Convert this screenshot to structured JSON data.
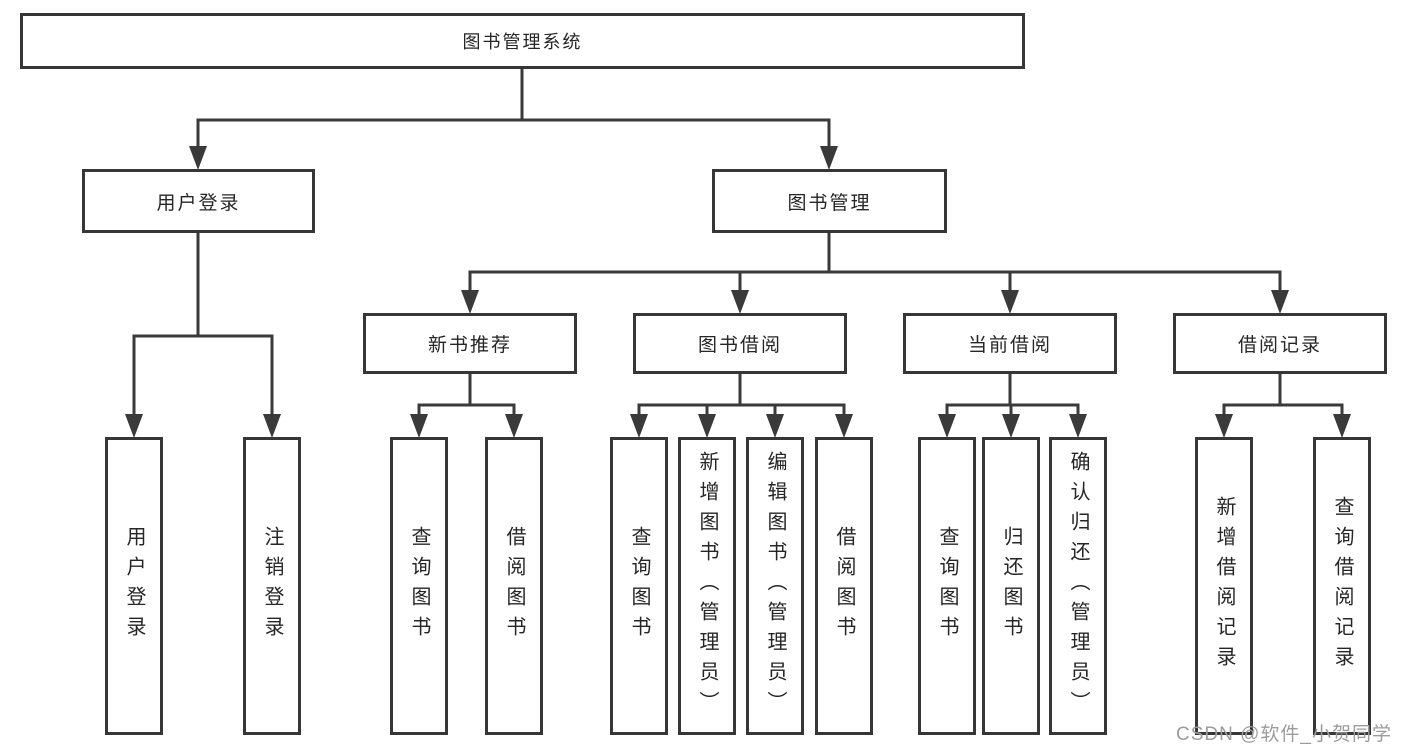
{
  "diagram_title": "图书管理系统",
  "root": {
    "label": "图书管理系统"
  },
  "level2": [
    {
      "label": "用户登录",
      "parent": "图书管理系统"
    },
    {
      "label": "图书管理",
      "parent": "图书管理系统"
    }
  ],
  "level3": [
    {
      "label": "新书推荐",
      "parent": "图书管理"
    },
    {
      "label": "图书借阅",
      "parent": "图书管理"
    },
    {
      "label": "当前借阅",
      "parent": "图书管理"
    },
    {
      "label": "借阅记录",
      "parent": "图书管理"
    }
  ],
  "leaves": [
    {
      "label": "用户登录",
      "parent": "用户登录"
    },
    {
      "label": "注销登录",
      "parent": "用户登录"
    },
    {
      "label": "查询图书",
      "parent": "新书推荐"
    },
    {
      "label": "借阅图书",
      "parent": "新书推荐"
    },
    {
      "label": "查询图书",
      "parent": "图书借阅"
    },
    {
      "label": "新增图书（管理员）",
      "parent": "图书借阅"
    },
    {
      "label": "编辑图书（管理员）",
      "parent": "图书借阅"
    },
    {
      "label": "借阅图书",
      "parent": "图书借阅"
    },
    {
      "label": "查询图书",
      "parent": "当前借阅"
    },
    {
      "label": "归还图书",
      "parent": "当前借阅"
    },
    {
      "label": "确认归还（管理员）",
      "parent": "当前借阅"
    },
    {
      "label": "新增借阅记录",
      "parent": "借阅记录"
    },
    {
      "label": "查询借阅记录",
      "parent": "借阅记录"
    }
  ],
  "watermark": "CSDN @软件_小贺同学",
  "colors": {
    "line": "#3a3a3a",
    "box_border": "#363636",
    "text": "#262626",
    "watermark": "#9c9c9c",
    "background": "#ffffff"
  }
}
